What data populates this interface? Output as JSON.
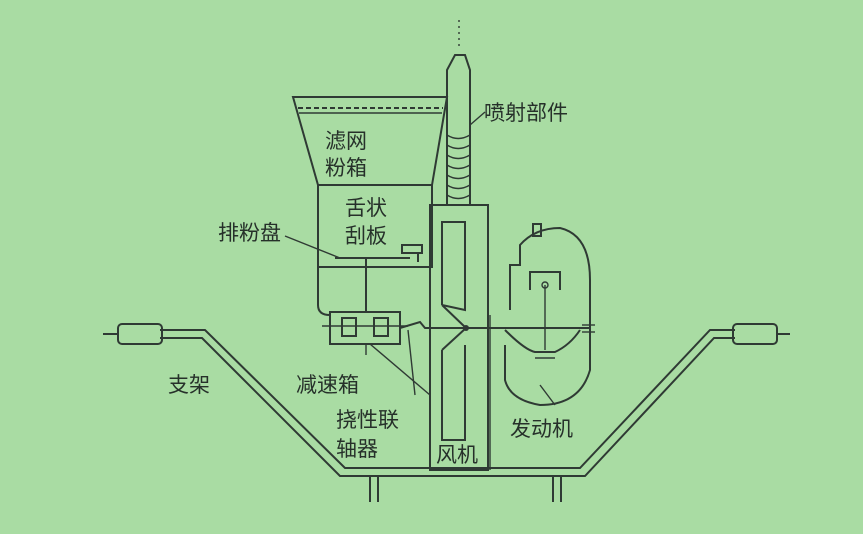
{
  "labels": {
    "filter": "滤网",
    "powder_box": "粉箱",
    "spray_part": "喷射部件",
    "tongue": "舌状",
    "scraper": "刮板",
    "discharge_plate": "排粉盘",
    "stand": "支架",
    "gearbox": "减速箱",
    "coupling_1": "挠性联",
    "coupling_2": "轴器",
    "fan": "风机",
    "engine": "发动机"
  },
  "colors": {
    "background": "#a9dca3",
    "ink": "#2f3a34"
  }
}
